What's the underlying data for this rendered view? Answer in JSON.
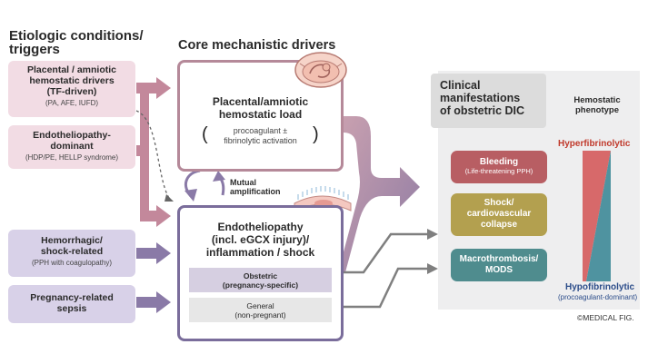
{
  "headings": {
    "etiologic": "Etiologic conditions/\ntriggers",
    "core": "Core mechanistic drivers",
    "clinical": "Clinical\nmanifestations\nof obstetric DIC"
  },
  "triggers": [
    {
      "title": "Placental / amniotic\nhemostatic drivers\n(TF-driven)",
      "sub": "(PA, AFE, IUFD)"
    },
    {
      "title": "Endotheliopathy-\ndominant",
      "sub": "(HDP/PE, HELLP syndrome)"
    },
    {
      "title": "Hemorrhagic/\nshock-related",
      "sub": "(PPH with coagulopathy)"
    },
    {
      "title": "Pregnancy-related\nsepsis",
      "sub": ""
    }
  ],
  "core_boxes": {
    "placental": {
      "title": "Placental/amniotic\nhemostatic load",
      "sub": "procoagulant ±\nfibrinolytic activation",
      "paren_open": "(",
      "paren_close": ")"
    },
    "mutual": "Mutual\namplification",
    "endo": {
      "title": "Endotheliopathy\n(incl. eGCX injury)/\ninflammation / shock",
      "obstetric": "Obstetric\n(pregnancy-specific)",
      "general": "General\n(non-pregnant)"
    }
  },
  "clinical": [
    {
      "title": "Bleeding",
      "sub": "(Life-threatening PPH)"
    },
    {
      "title": "Shock/\ncardiovascular\ncollapse",
      "sub": ""
    },
    {
      "title": "Macrothrombosis/\nMODS",
      "sub": ""
    }
  ],
  "phenotype": {
    "title": "Hemostatic\nphenotype",
    "top": "Hyperfibrinolytic",
    "bottom": "Hypofibrinolytic",
    "bottom_sub": "(procoagulant-dominant)"
  },
  "credit": "©MEDICAL FIG.",
  "colors": {
    "pink_box": "#f2dce4",
    "lav_box": "#d8d1e8",
    "core1_border": "#b58999",
    "core2_border": "#7a6d9b",
    "clin_red": "#b85e63",
    "clin_olive": "#b3a04f",
    "clin_teal": "#4f8c8e",
    "hyper_red": "#c0392b",
    "hypo_blue": "#2c4d8a"
  }
}
